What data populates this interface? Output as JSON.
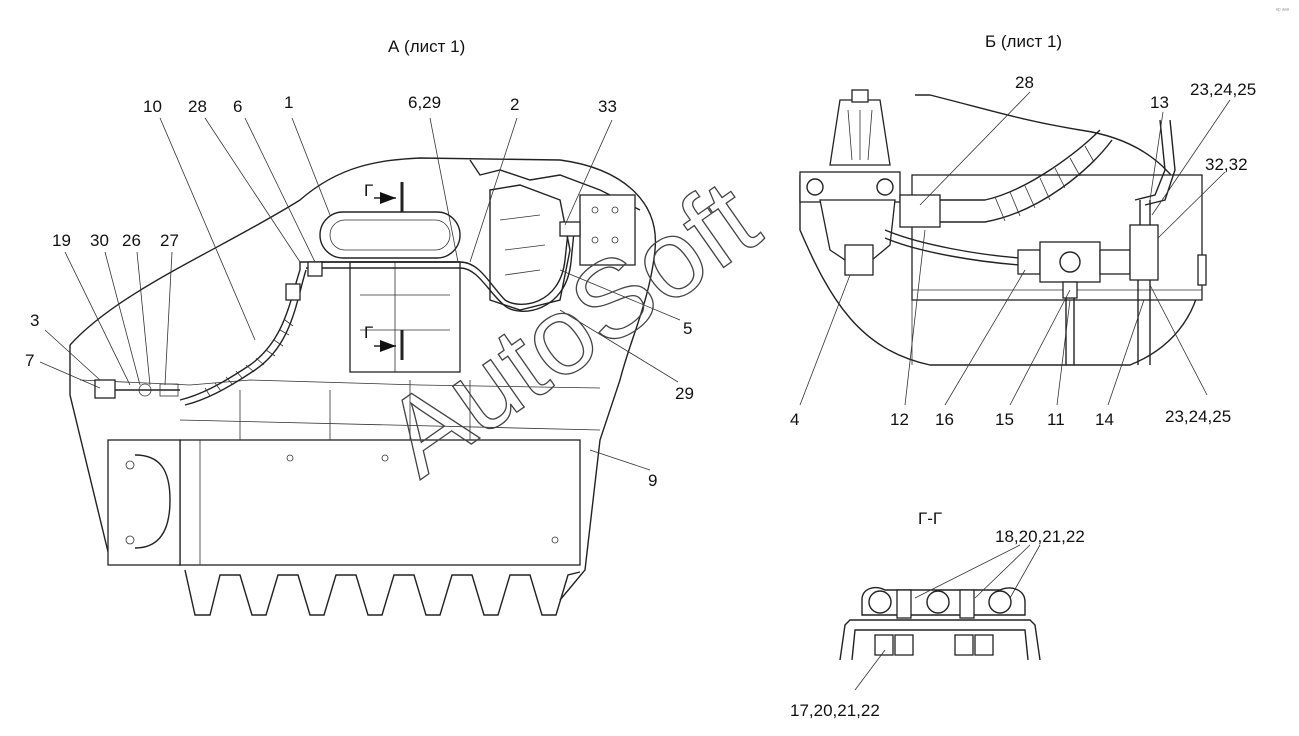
{
  "views": {
    "a_title": "А (лист 1)",
    "b_title": "Б (лист 1)",
    "section_title": "Г-Г",
    "cut_mark": "Г"
  },
  "callouts_a": [
    "10",
    "28",
    "6",
    "1",
    "6,29",
    "2",
    "33",
    "19",
    "30",
    "26",
    "27",
    "3",
    "7",
    "5",
    "29",
    "9"
  ],
  "callouts_b": [
    "28",
    "13",
    "23,24,25",
    "32,32",
    "4",
    "12",
    "16",
    "15",
    "11",
    "14",
    "23,24,25"
  ],
  "callouts_section": [
    "18,20,21,22",
    "17,20,21,22"
  ],
  "watermark": "AutoSoft",
  "corner_mark": "ᵉᵖ ᵃᵃᵃ"
}
